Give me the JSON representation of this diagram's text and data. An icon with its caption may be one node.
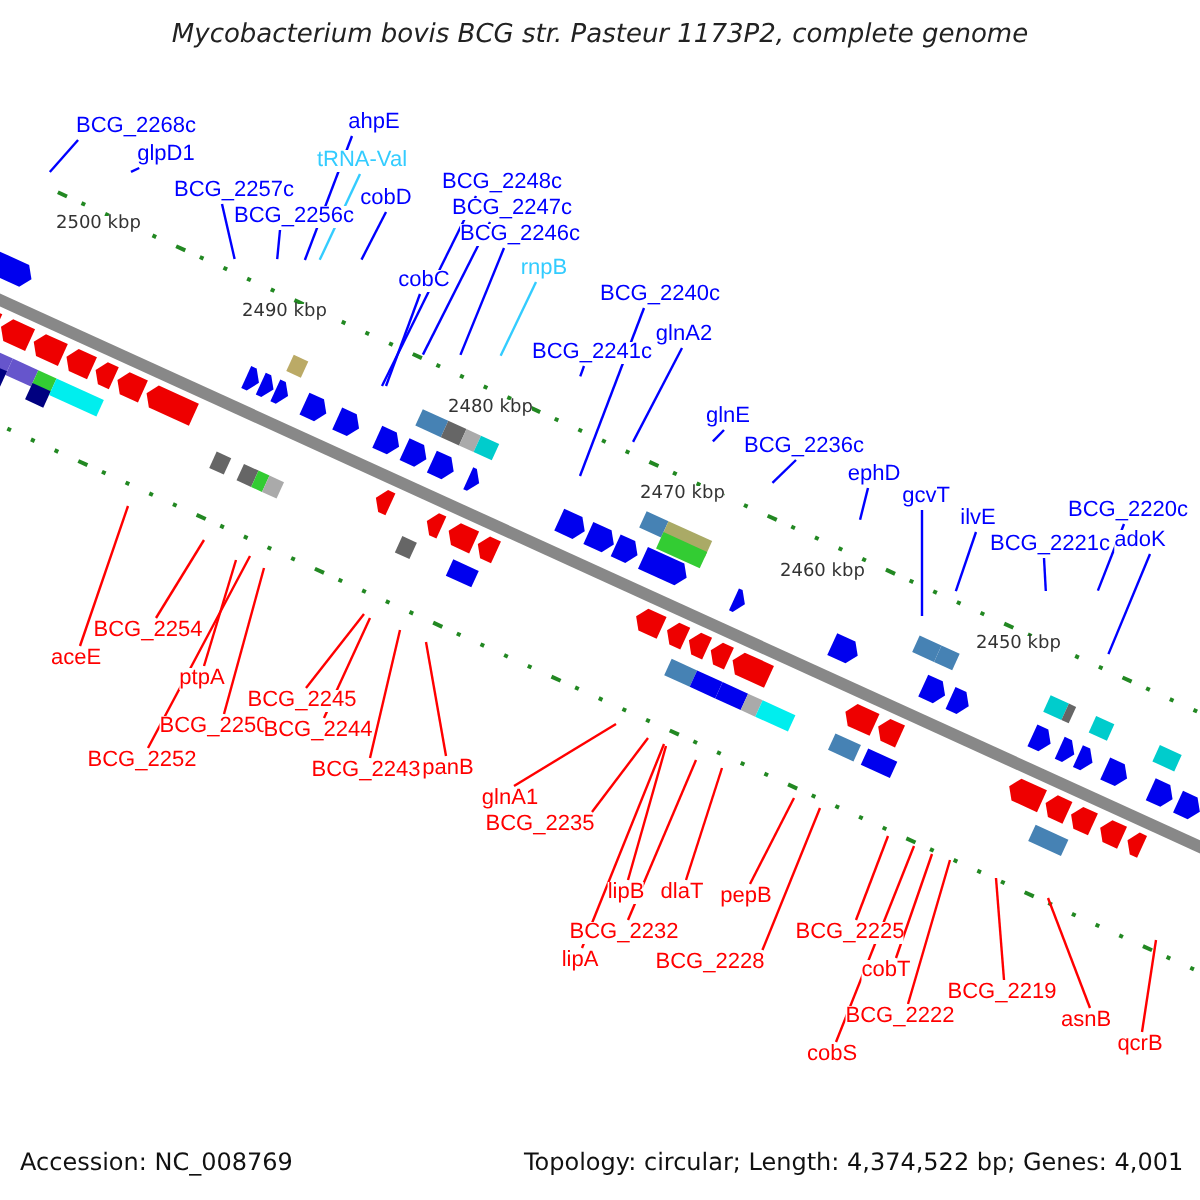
{
  "diagram": {
    "title": "Mycobacterium bovis BCG str. Pasteur 1173P2, complete genome",
    "nodes": [
      {
        "text": [
          "BCG_2268c"
        ]
      },
      {
        "text": [
          "glpD1"
        ]
      },
      {
        "text": [
          "BCG_2257c"
        ]
      },
      {
        "text": [
          "BCG_2256c"
        ]
      },
      {
        "text": [
          "ahpE"
        ]
      },
      {
        "text": [
          "tRNA-Val"
        ]
      },
      {
        "text": [
          "cobD"
        ]
      },
      {
        "text": [
          "BCG_2248c"
        ]
      },
      {
        "text": [
          "BCG_2247c"
        ]
      },
      {
        "text": [
          "BCG_2246c"
        ]
      },
      {
        "text": [
          "cobC"
        ]
      },
      {
        "text": [
          "rnpB"
        ]
      },
      {
        "text": [
          "BCG_2240c"
        ]
      },
      {
        "text": [
          "BCG_2241c"
        ]
      },
      {
        "text": [
          "glnA2"
        ]
      },
      {
        "text": [
          "glnE"
        ]
      },
      {
        "text": [
          "BCG_2236c"
        ]
      },
      {
        "text": [
          "ephD"
        ]
      },
      {
        "text": [
          "gcvT"
        ]
      },
      {
        "text": [
          "ilvE"
        ]
      },
      {
        "text": [
          "BCG_2220c"
        ]
      },
      {
        "text": [
          "BCG_2221c"
        ]
      },
      {
        "text": [
          "adoK"
        ]
      },
      {
        "text": [
          "aceE"
        ]
      },
      {
        "text": [
          "BCG_2254"
        ]
      },
      {
        "text": [
          "ptpA"
        ]
      },
      {
        "text": [
          "BCG_2250"
        ]
      },
      {
        "text": [
          "BCG_2252"
        ]
      },
      {
        "text": [
          "BCG_2245"
        ]
      },
      {
        "text": [
          "BCG_2244"
        ]
      },
      {
        "text": [
          "BCG_2243"
        ]
      },
      {
        "text": [
          "panB"
        ]
      },
      {
        "text": [
          "glnA1"
        ]
      },
      {
        "text": [
          "BCG_2235"
        ]
      },
      {
        "text": [
          "lipB"
        ]
      },
      {
        "text": [
          "BCG_2232"
        ]
      },
      {
        "text": [
          "lipA"
        ]
      },
      {
        "text": [
          "dlaT"
        ]
      },
      {
        "text": [
          "pepB"
        ]
      },
      {
        "text": [
          "BCG_2228"
        ]
      },
      {
        "text": [
          "BCG_2225"
        ]
      },
      {
        "text": [
          "cobT"
        ]
      },
      {
        "text": [
          "cobS"
        ]
      },
      {
        "text": [
          "BCG_2222"
        ]
      },
      {
        "text": [
          "BCG_2219"
        ]
      },
      {
        "text": [
          "asnB"
        ]
      },
      {
        "text": [
          "qcrB"
        ]
      }
    ],
    "edges": [
      {
        "from": 0,
        "to": null,
        "arrow": "none",
        "color": "#0000ff"
      },
      {
        "from": 1,
        "to": null,
        "arrow": "none",
        "color": "#0000ff"
      },
      {
        "from": 2,
        "to": null,
        "arrow": "none",
        "color": "#0000ff"
      },
      {
        "from": 3,
        "to": null,
        "arrow": "none",
        "color": "#0000ff"
      },
      {
        "from": 4,
        "to": null,
        "arrow": "none",
        "color": "#0000ff"
      },
      {
        "from": 5,
        "to": null,
        "arrow": "none",
        "color": "#33ccff"
      },
      {
        "from": 6,
        "to": null,
        "arrow": "none",
        "color": "#0000ff"
      },
      {
        "from": 7,
        "to": null,
        "arrow": "none",
        "color": "#0000ff"
      },
      {
        "from": 8,
        "to": null,
        "arrow": "none",
        "color": "#0000ff"
      },
      {
        "from": 9,
        "to": null,
        "arrow": "none",
        "color": "#0000ff"
      },
      {
        "from": 10,
        "to": null,
        "arrow": "none",
        "color": "#0000ff"
      },
      {
        "from": 11,
        "to": null,
        "arrow": "none",
        "color": "#33ccff"
      },
      {
        "from": 12,
        "to": null,
        "arrow": "none",
        "color": "#0000ff"
      },
      {
        "from": 13,
        "to": null,
        "arrow": "none",
        "color": "#0000ff"
      },
      {
        "from": 14,
        "to": null,
        "arrow": "none",
        "color": "#0000ff"
      },
      {
        "from": 15,
        "to": null,
        "arrow": "none",
        "color": "#0000ff"
      },
      {
        "from": 16,
        "to": null,
        "arrow": "none",
        "color": "#0000ff"
      },
      {
        "from": 17,
        "to": null,
        "arrow": "none",
        "color": "#0000ff"
      },
      {
        "from": 18,
        "to": null,
        "arrow": "none",
        "color": "#0000ff"
      },
      {
        "from": 19,
        "to": null,
        "arrow": "none",
        "color": "#0000ff"
      },
      {
        "from": 20,
        "to": null,
        "arrow": "none",
        "color": "#0000ff"
      },
      {
        "from": 21,
        "to": null,
        "arrow": "none",
        "color": "#0000ff"
      },
      {
        "from": 22,
        "to": null,
        "arrow": "none",
        "color": "#0000ff"
      },
      {
        "from": 23,
        "to": null,
        "arrow": "none"
      },
      {
        "from": 24,
        "to": null,
        "arrow": "none"
      },
      {
        "from": 25,
        "to": null,
        "arrow": "none"
      },
      {
        "from": 26,
        "to": null,
        "arrow": "none"
      },
      {
        "from": 27,
        "to": null,
        "arrow": "none"
      },
      {
        "from": 28,
        "to": null,
        "arrow": "none"
      },
      {
        "from": 29,
        "to": null,
        "arrow": "none"
      },
      {
        "from": 30,
        "to": null,
        "arrow": "none"
      },
      {
        "from": 31,
        "to": null,
        "arrow": "none"
      },
      {
        "from": 32,
        "to": null,
        "arrow": "none"
      },
      {
        "from": 33,
        "to": null,
        "arrow": "none"
      },
      {
        "from": 34,
        "to": null,
        "arrow": "none"
      },
      {
        "from": 35,
        "to": null,
        "arrow": "none"
      },
      {
        "from": 36,
        "to": null,
        "arrow": "none"
      },
      {
        "from": 37,
        "to": null,
        "arrow": "none"
      },
      {
        "from": 38,
        "to": null,
        "arrow": "none"
      },
      {
        "from": 39,
        "to": null,
        "arrow": "none"
      },
      {
        "from": 40,
        "to": null,
        "arrow": "none"
      },
      {
        "from": 41,
        "to": null,
        "arrow": "none"
      },
      {
        "from": 42,
        "to": null,
        "arrow": "none"
      },
      {
        "from": 43,
        "to": null,
        "arrow": "none"
      },
      {
        "from": 44,
        "to": null,
        "arrow": "none"
      },
      {
        "from": 45,
        "to": null,
        "arrow": "none"
      },
      {
        "from": 46,
        "to": null,
        "arrow": "none"
      }
    ],
    "labels": [
      "2500 kbp",
      "2490 kbp",
      "2480 kbp",
      "2470 kbp",
      "2460 kbp",
      "2450 kbp",
      "Accession: NC_008769",
      "Topology: circular; Length: 4,374,522 bp; Genes: 4,001"
    ]
  }
}
